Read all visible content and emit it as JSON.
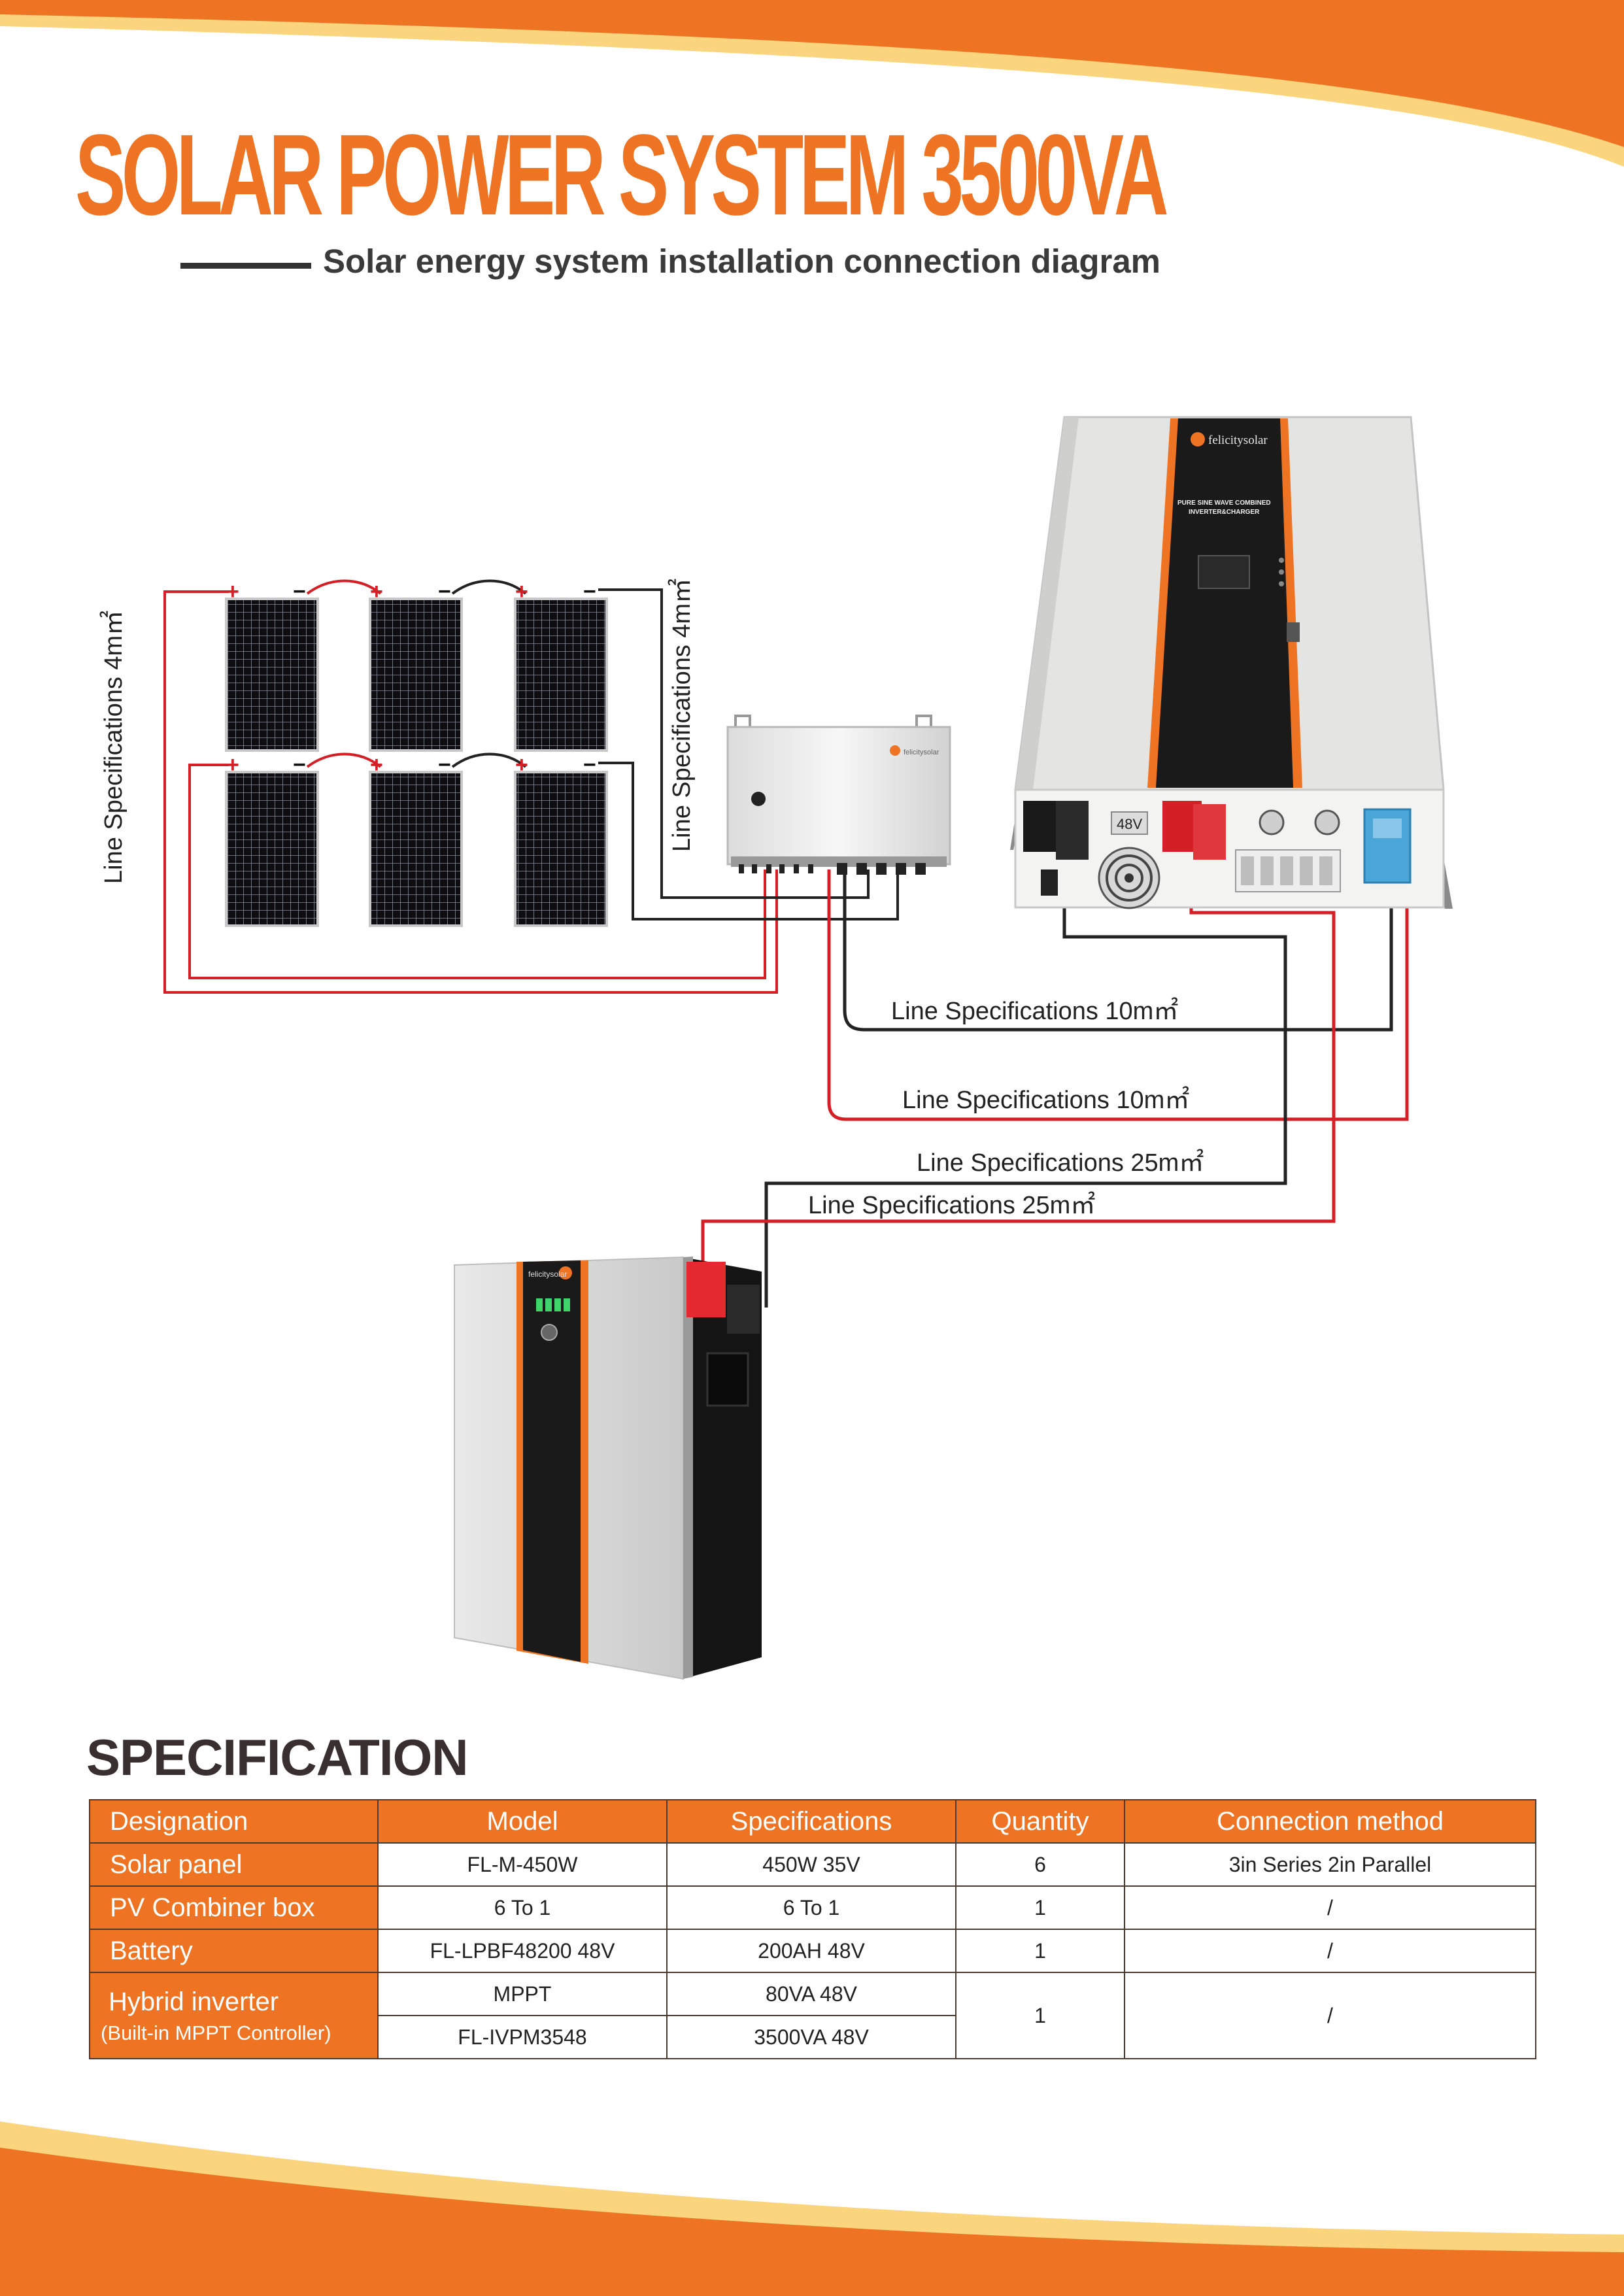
{
  "title": "SOLAR POWER SYSTEM 3500VA",
  "subtitle": "Solar energy system installation connection diagram",
  "diagram": {
    "cable_labels": {
      "panel_left": "Line Specifications 4m㎡",
      "panel_right": "Line Specifications 4m㎡",
      "pv_neg": "Line Specifications 10m㎡",
      "pv_pos": "Line Specifications 10m㎡",
      "bat_neg": "Line Specifications 25m㎡",
      "bat_pos": "Line Specifications 25m㎡"
    },
    "inverter": {
      "brand": "felicitysolar",
      "panel_text_1": "PURE SINE WAVE COMBINED",
      "panel_text_2": "INVERTER&CHARGER",
      "voltage_tag": "48V"
    },
    "combiner_brand": "felicitysolar",
    "battery_brand": "felicitysolar"
  },
  "specification": {
    "heading": "SPECIFICATION",
    "columns": [
      "Designation",
      "Model",
      "Specifications",
      "Quantity",
      "Connection method"
    ],
    "rows": [
      {
        "designation": "Solar panel",
        "model": "FL-M-450W",
        "spec": "450W   35V",
        "quantity": "6",
        "connection": "3in Series   2in Parallel"
      },
      {
        "designation": "PV Combiner box",
        "model": "6 To 1",
        "spec": "6 To 1",
        "quantity": "1",
        "connection": "/"
      },
      {
        "designation": "Battery",
        "model": "FL-LPBF48200 48V",
        "spec": "200AH   48V",
        "quantity": "1",
        "connection": "/"
      },
      {
        "designation": "Hybrid inverter",
        "designation_note": "(Built-in MPPT Controller)",
        "model": "MPPT",
        "spec": "80VA   48V",
        "model_2": "FL-IVPM3548",
        "spec_2": "3500VA   48V",
        "quantity": "1",
        "connection": "/"
      }
    ]
  }
}
